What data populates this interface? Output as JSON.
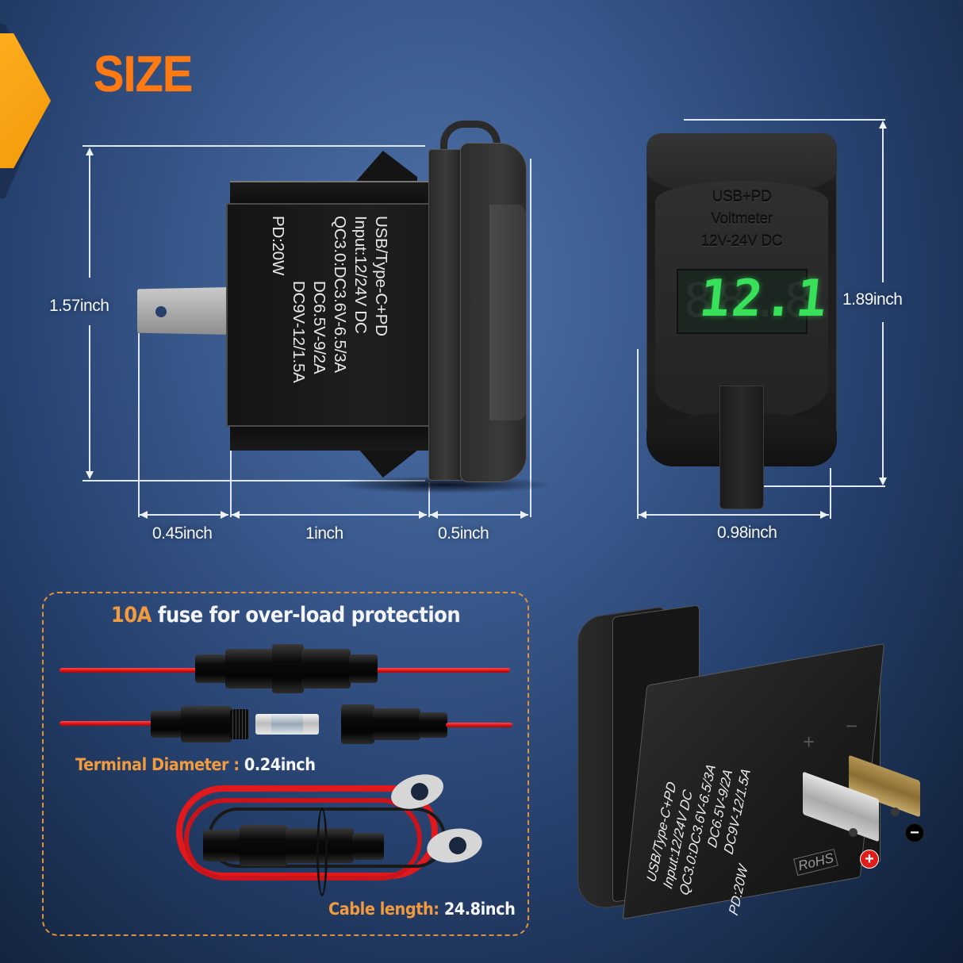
{
  "header": {
    "title": "SIZE",
    "accent_color": "#ff7a12"
  },
  "side_view": {
    "dimensions": {
      "height": "1.57inch",
      "tab_length": "0.45inch",
      "body_length": "1inch",
      "cap_length": "0.5inch"
    },
    "label_lines": [
      "USB/Type-C+PD",
      "Input:12/24V DC",
      "QC3.0:DC3.6V-6.5/3A",
      "DC6.5V-9/2A",
      "DC9V-12/1.5A",
      "PD:20W"
    ]
  },
  "front_view": {
    "dimensions": {
      "height": "1.89inch",
      "width": "0.98inch"
    },
    "panel_text": [
      "USB+PD",
      "Voltmeter",
      "12V-24V DC"
    ],
    "voltmeter_reading": "12.1",
    "voltmeter_ghost": "88.8",
    "display_color": "#39e05a"
  },
  "fuse_panel": {
    "title_highlight": "10A",
    "title_rest": " fuse for over-load protection",
    "terminal_label": "Terminal Diameter :",
    "terminal_value": "0.24inch",
    "cable_label": "Cable length:",
    "cable_value": "24.8inch",
    "border_color": "#e2913a"
  },
  "angled_view": {
    "label_lines": [
      "USB/Type-C+PD",
      "Input:12/24V DC",
      "QC3.0:DC3.6V-6.5/3A",
      "DC6.5V-9/2A",
      "DC9V-12/1.5A",
      "PD:20W"
    ],
    "rohs_mark": "RoHS",
    "positive_symbol": "+",
    "negative_symbol": "−",
    "positive_badge": "+",
    "negative_badge": "−"
  }
}
